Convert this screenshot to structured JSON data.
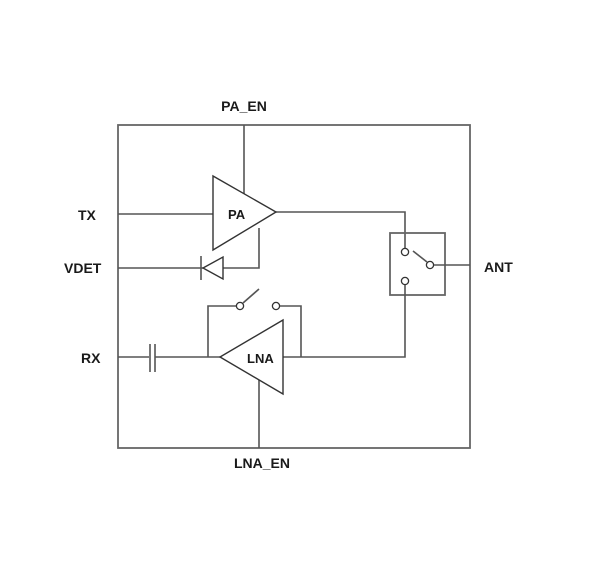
{
  "labels": {
    "pa_en": "PA_EN",
    "lna_en": "LNA_EN",
    "tx": "TX",
    "vdet": "VDET",
    "rx": "RX",
    "ant": "ANT",
    "pa": "PA",
    "lna": "LNA"
  },
  "colors": {
    "outline": "#666666",
    "wire": "#555555",
    "text": "#1a1a1a"
  }
}
